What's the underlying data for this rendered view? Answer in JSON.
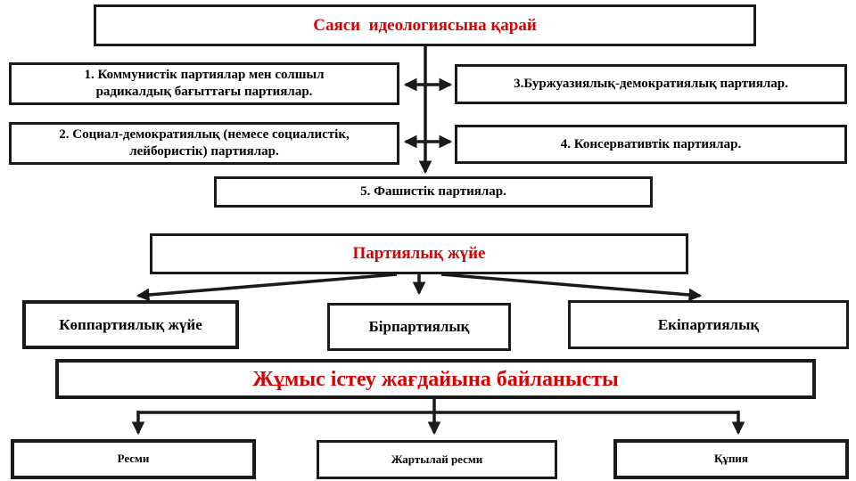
{
  "colors": {
    "accent_red": "#dd0000",
    "text_black": "#000000",
    "line": "#1a1a1a",
    "bg": "#ffffff"
  },
  "ideology": {
    "title": "Саяси  идеологиясына қарай",
    "communist": "1. Коммунистік партиялар мен солшыл радикалдық бағыттағы партиялар.",
    "social_democratic": "2. Социал-демократиялық (немесе социалистік, лейбористік) партиялар.",
    "bourgeois_democratic": "3.Буржуазиялық-демократиялық партиялар.",
    "conservative": "4. Консервативтік партиялар.",
    "fascist": "5. Фашистік партиялар."
  },
  "party_system": {
    "title": "Партиялық жүйе",
    "multi_party": "Көппартиялық жүйе",
    "single_party": "Бірпартиялық",
    "two_party": "Екіпартиялық"
  },
  "working_condition": {
    "title": "Жұмыс істеу жағдайына байланысты",
    "official": "Ресми",
    "semi_official": "Жартылай ресми",
    "secret": "Құпия"
  }
}
